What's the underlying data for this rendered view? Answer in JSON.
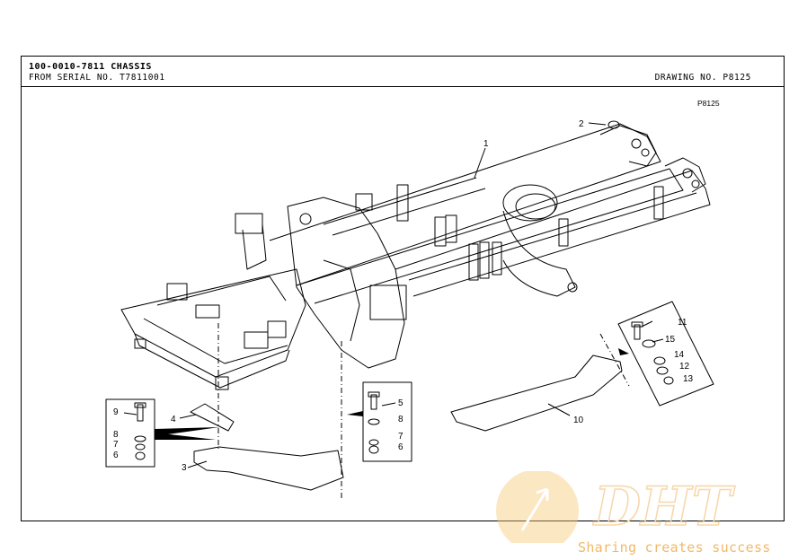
{
  "header": {
    "title": "100-0010-7811 CHASSIS",
    "serial": "FROM SERIAL NO. T7811001",
    "drawing_no": "DRAWING NO. P8125"
  },
  "drawing": {
    "code": "P8125",
    "callouts": [
      "1",
      "2",
      "3",
      "4",
      "5",
      "6",
      "7",
      "8",
      "9",
      "10",
      "11",
      "12",
      "13",
      "14",
      "15"
    ],
    "left_detail": [
      "9",
      "8",
      "7",
      "6"
    ],
    "mid_detail": [
      "5",
      "8",
      "7",
      "6"
    ],
    "right_detail": [
      "11",
      "15",
      "14",
      "12",
      "13"
    ]
  },
  "watermark": {
    "brand": "DHT",
    "slogan": "Sharing creates success",
    "color": "#f3b867"
  }
}
